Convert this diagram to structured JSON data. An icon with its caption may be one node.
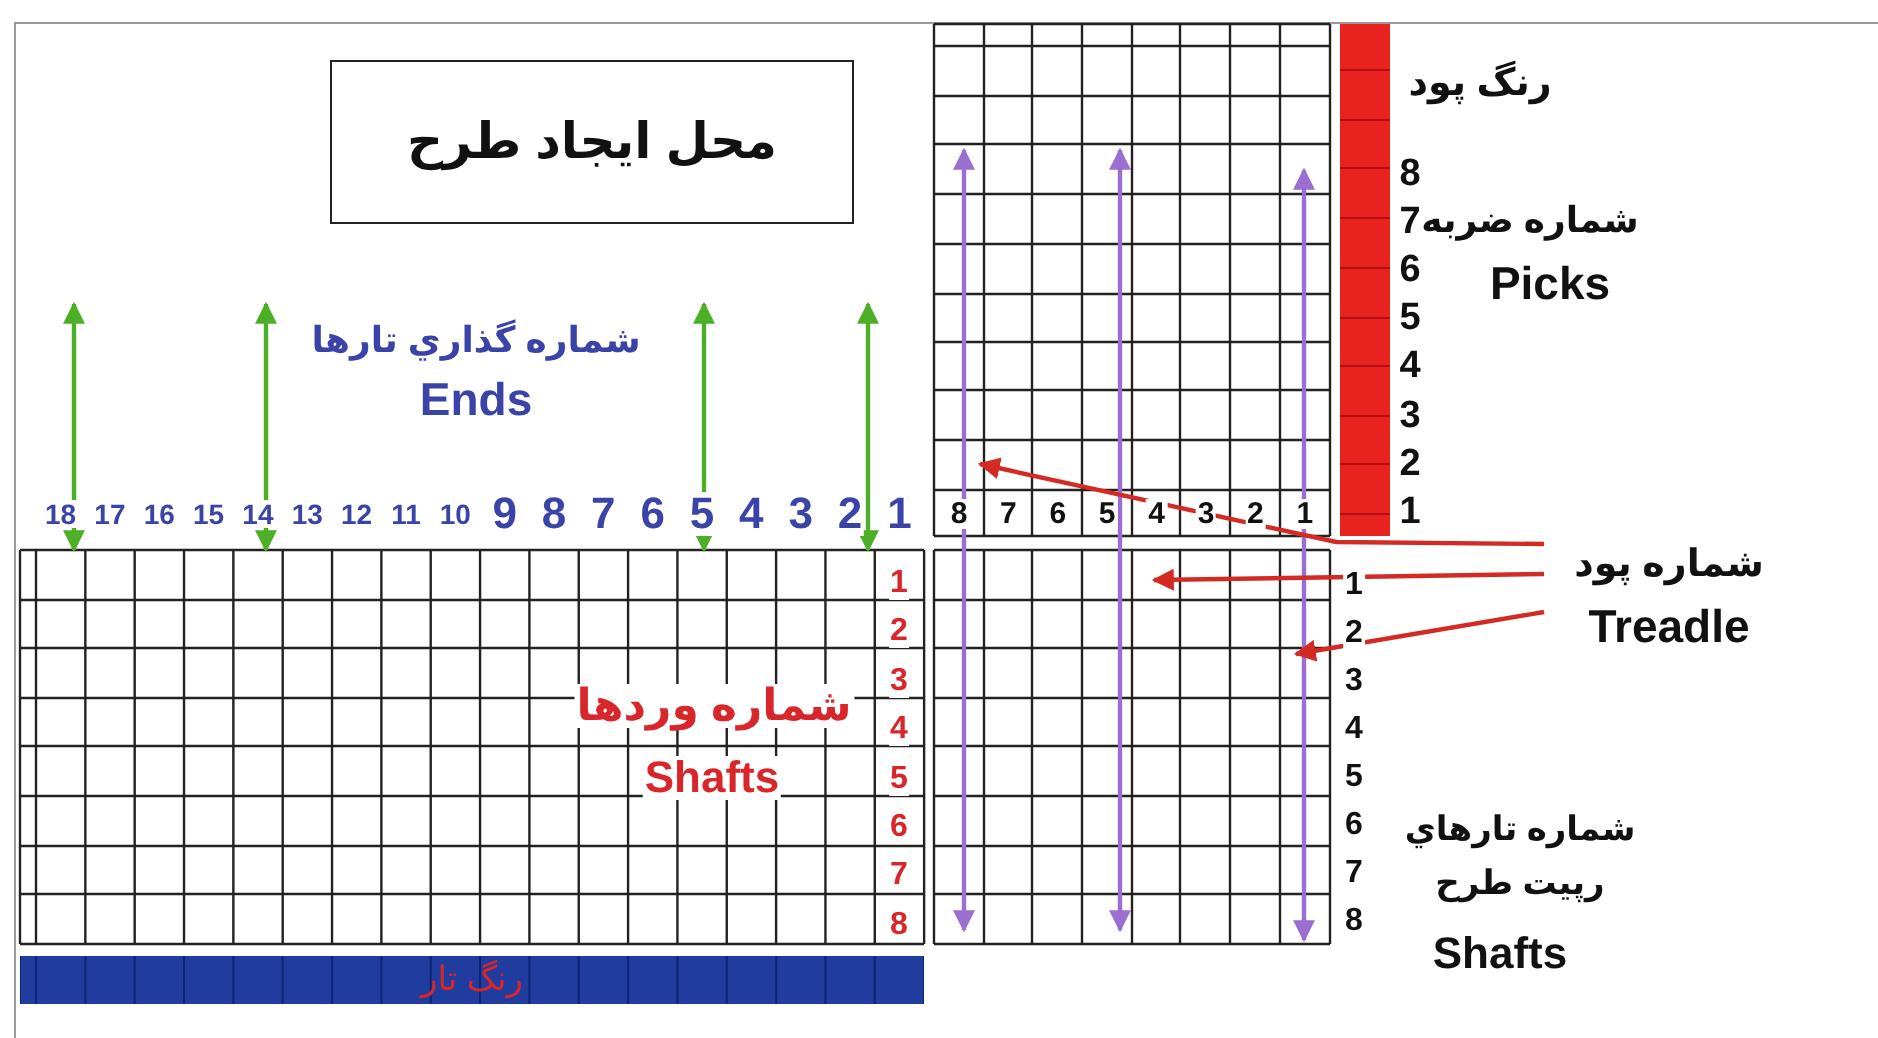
{
  "diagram": {
    "nodes": [
      {
        "text": [
          "محل ایجاد طرح"
        ]
      },
      {
        "text": [],
        "shape": "box"
      },
      {
        "text": [],
        "shape": "bar",
        "beside": [
          "رنگ پود"
        ]
      },
      {
        "text": [],
        "shape": "box"
      },
      {
        "text": [],
        "shape": "box"
      },
      {
        "text": [
          "شماره پود",
          "Treadle"
        ]
      },
      {
        "text": [
          "رنگ تار"
        ]
      }
    ],
    "edges": [
      {
        "from": null,
        "to": 3,
        "arrow": "both",
        "color": "#4caf27"
      },
      {
        "from": null,
        "to": 3,
        "arrow": "both",
        "color": "#4caf27"
      },
      {
        "from": null,
        "to": 3,
        "arrow": "both",
        "color": "#4caf27"
      },
      {
        "from": null,
        "to": 3,
        "arrow": "both",
        "color": "#4caf27"
      },
      {
        "from": 1,
        "to": 4,
        "arrow": "both",
        "color": "#9b6fd1"
      },
      {
        "from": 1,
        "to": 4,
        "arrow": "both",
        "color": "#9b6fd1"
      },
      {
        "from": 1,
        "to": 4,
        "arrow": "both",
        "color": "#9b6fd1"
      },
      {
        "from": 5,
        "to": 1,
        "arrow": "to",
        "color": "#d42a24"
      },
      {
        "from": 5,
        "to": 4,
        "arrow": "to",
        "color": "#d42a24"
      },
      {
        "from": 5,
        "to": 4,
        "arrow": "to",
        "color": "#d42a24"
      }
    ],
    "labels": [
      "8",
      "7",
      "6",
      "5",
      "4",
      "3",
      "2",
      "1",
      "شماره ضربه",
      "Picks",
      "شماره گذاري تارها",
      "Ends",
      "18",
      "17",
      "16",
      "15",
      "14",
      "13",
      "12",
      "11",
      "10",
      "9",
      "8",
      "7",
      "6",
      "5",
      "4",
      "3",
      "2",
      "1",
      "8",
      "7",
      "6",
      "5",
      "4",
      "3",
      "2",
      "1",
      "1",
      "2",
      "3",
      "4",
      "5",
      "6",
      "7",
      "8",
      "شماره وردها",
      "Shafts",
      "1",
      "2",
      "3",
      "4",
      "5",
      "6",
      "7",
      "8",
      "شماره تارهاي رپيت طرح",
      "Shafts"
    ]
  }
}
